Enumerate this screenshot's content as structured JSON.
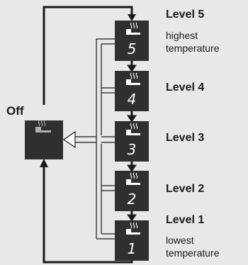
{
  "off": {
    "label": "Off"
  },
  "levels": [
    {
      "title": "Level 5",
      "desc_line1": "highest",
      "desc_line2": "temperature",
      "digit": "5"
    },
    {
      "title": "Level 4",
      "desc_line1": "",
      "desc_line2": "",
      "digit": "4"
    },
    {
      "title": "Level 3",
      "desc_line1": "",
      "desc_line2": "",
      "digit": "3"
    },
    {
      "title": "Level 2",
      "desc_line1": "",
      "desc_line2": "",
      "digit": "2"
    },
    {
      "title": "Level 1",
      "desc_line1": "lowest",
      "desc_line2": "temperature",
      "digit": "1"
    }
  ],
  "icon": {
    "name": "seat-heater-icon"
  },
  "colors": {
    "background": "#e8e8e8",
    "box": "#2f2f2f",
    "line": "#1a1a1a",
    "icon": "#ffffff",
    "digit": "#ffffff"
  }
}
